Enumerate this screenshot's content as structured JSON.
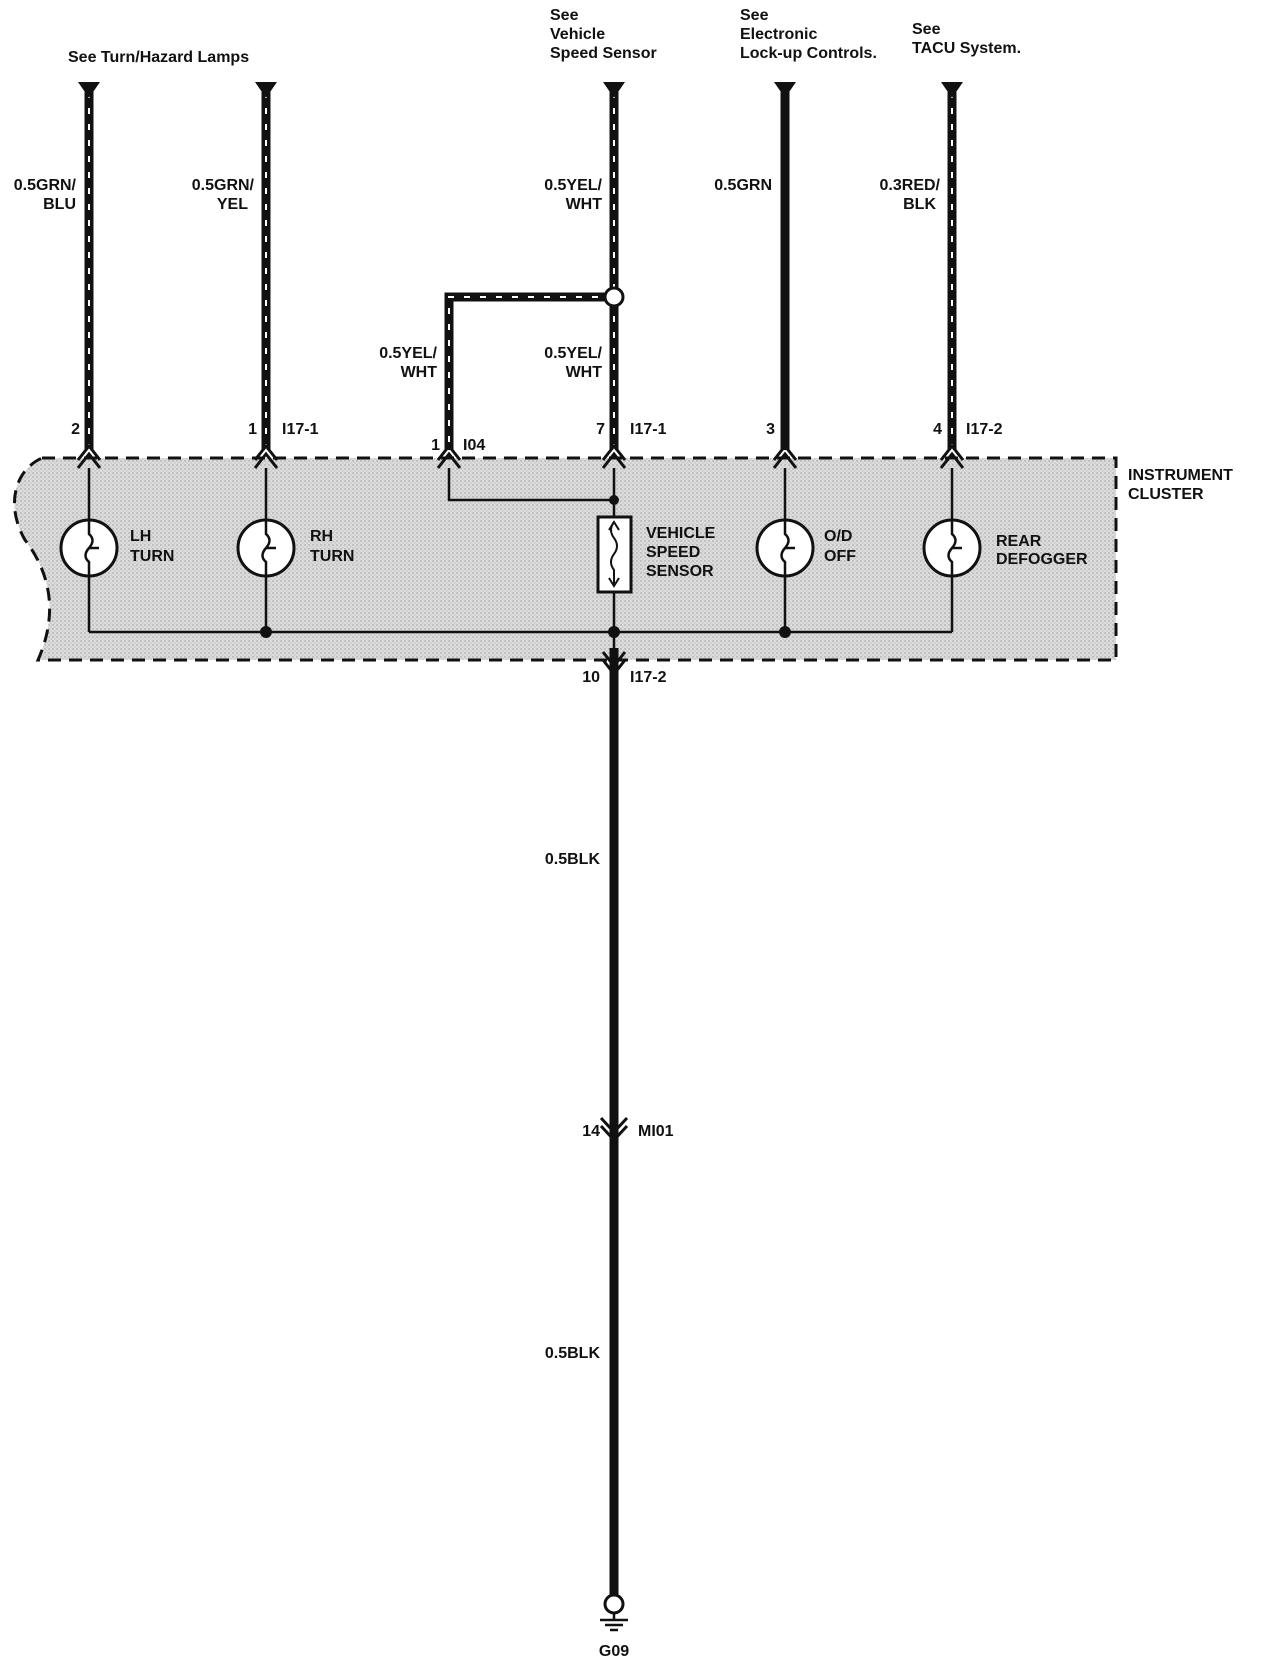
{
  "refs": {
    "turn_hazard": "See Turn/Hazard Lamps",
    "vss": [
      "See",
      "Vehicle",
      "Speed Sensor"
    ],
    "elc": [
      "See",
      "Electronic",
      "Lock-up Controls."
    ],
    "tacu": [
      "See",
      "TACU System."
    ]
  },
  "wires": {
    "lh_turn": [
      "0.5GRN/",
      "BLU"
    ],
    "rh_turn": [
      "0.5GRN/",
      "YEL"
    ],
    "vss_upper": [
      "0.5YEL/",
      "WHT"
    ],
    "vss_branch": [
      "0.5YEL/",
      "WHT"
    ],
    "vss_lower": [
      "0.5YEL/",
      "WHT"
    ],
    "od_off": "0.5GRN",
    "rear_defogger": [
      "0.3RED/",
      "BLK"
    ],
    "ground_upper": "0.5BLK",
    "ground_lower": "0.5BLK"
  },
  "pins": {
    "lh_turn": "2",
    "rh_turn": "1",
    "i04": "1",
    "vss": "7",
    "od_off": "3",
    "rear_defogger": "4",
    "ground": "10",
    "mi01": "14"
  },
  "connectors": {
    "i17_1_left": "I17-1",
    "i04": "I04",
    "i17_1_mid": "I17-1",
    "i17_2_right": "I17-2",
    "i17_2_ground": "I17-2",
    "mi01": "MI01"
  },
  "cluster": {
    "title": [
      "INSTRUMENT",
      "CLUSTER"
    ]
  },
  "components": {
    "lh_turn": [
      "LH",
      "TURN"
    ],
    "rh_turn": [
      "RH",
      "TURN"
    ],
    "vss": [
      "VEHICLE",
      "SPEED",
      "SENSOR"
    ],
    "od_off": [
      "O/D",
      "OFF"
    ],
    "rear_defogger": [
      "REAR",
      "DEFOGGER"
    ]
  },
  "ground": "G09",
  "colors": {
    "ink": "#111111",
    "shade": "#d9d9d9"
  }
}
